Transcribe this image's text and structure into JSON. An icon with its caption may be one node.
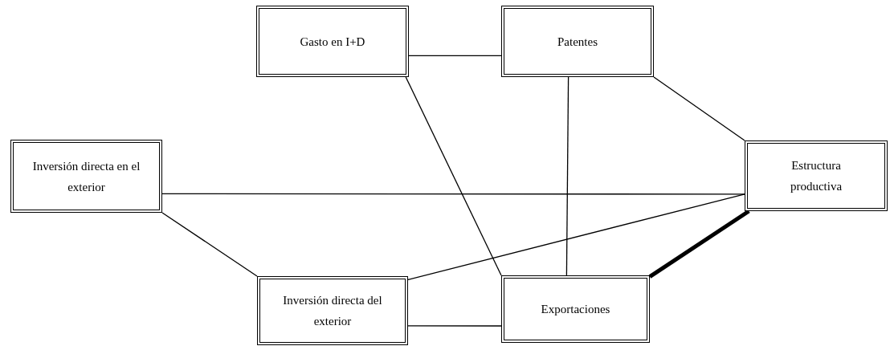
{
  "diagram": {
    "nodes": [
      {
        "text": [
          "Gasto en I+D"
        ]
      },
      {
        "text": [
          "Patentes"
        ]
      },
      {
        "text": [
          "Inversión directa en el exterior"
        ]
      },
      {
        "text": [
          "Estructura productiva"
        ]
      },
      {
        "text": [
          "Inversión directa del exterior"
        ]
      },
      {
        "text": [
          "Exportaciones"
        ]
      }
    ],
    "edges": [
      {
        "from": 0,
        "to": 1,
        "arrow": "none"
      },
      {
        "from": 0,
        "to": 5,
        "arrow": "none"
      },
      {
        "from": 1,
        "to": 5,
        "arrow": "none"
      },
      {
        "from": 1,
        "to": 3,
        "arrow": "none"
      },
      {
        "from": 2,
        "to": 3,
        "arrow": "none"
      },
      {
        "from": 2,
        "to": 4,
        "arrow": "none"
      },
      {
        "from": 4,
        "to": 3,
        "arrow": "none"
      },
      {
        "from": 4,
        "to": 5,
        "arrow": "none"
      },
      {
        "from": 5,
        "to": 3,
        "arrow": "none",
        "style": "thick"
      }
    ]
  }
}
